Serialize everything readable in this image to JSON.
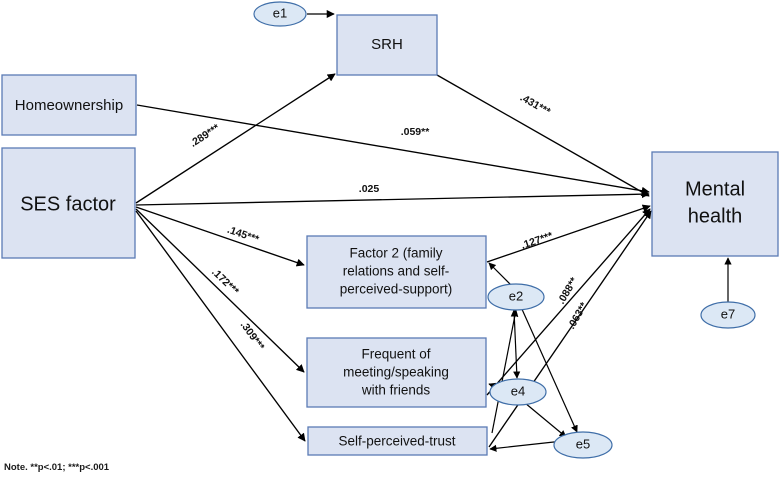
{
  "figure": {
    "type": "path-diagram",
    "note": "Note. **p<.01; ***p<.001"
  },
  "nodes": {
    "boxes": [
      {
        "id": "homeownership",
        "label": "Homeownership"
      },
      {
        "id": "ses_factor",
        "label": "SES factor"
      },
      {
        "id": "srh",
        "label": "SRH"
      },
      {
        "id": "factor2_line1",
        "label": "Factor 2 (family"
      },
      {
        "id": "factor2_line2",
        "label": "relations and self-"
      },
      {
        "id": "factor2_line3",
        "label": "perceived-support)"
      },
      {
        "id": "friends_line1",
        "label": "Frequent of"
      },
      {
        "id": "friends_line2",
        "label": "meeting/speaking"
      },
      {
        "id": "friends_line3",
        "label": "with friends"
      },
      {
        "id": "trust",
        "label": "Self-perceived-trust"
      },
      {
        "id": "mental_line1",
        "label": "Mental"
      },
      {
        "id": "mental_line2",
        "label": "health"
      }
    ],
    "errors": [
      {
        "id": "e1",
        "label": "e1"
      },
      {
        "id": "e2",
        "label": "e2"
      },
      {
        "id": "e4",
        "label": "e4"
      },
      {
        "id": "e5",
        "label": "e5"
      },
      {
        "id": "e7",
        "label": "e7"
      }
    ]
  },
  "chart_data": {
    "type": "diagram",
    "title": "",
    "paths": [
      {
        "from": "SES factor",
        "to": "SRH",
        "coefficient": ".289***"
      },
      {
        "from": "Homeownership",
        "to": "Mental health",
        "coefficient": ".059**"
      },
      {
        "from": "SRH",
        "to": "Mental health",
        "coefficient": ".431***"
      },
      {
        "from": "SES factor",
        "to": "Mental health",
        "coefficient": ".025"
      },
      {
        "from": "SES factor",
        "to": "Factor 2 (family relations and self-perceived-support)",
        "coefficient": ".145***"
      },
      {
        "from": "SES factor",
        "to": "Frequent of meeting/speaking with friends",
        "coefficient": ".172***"
      },
      {
        "from": "SES factor",
        "to": "Self-perceived-trust",
        "coefficient": ".309***"
      },
      {
        "from": "Factor 2 (family relations and self-perceived-support)",
        "to": "Mental health",
        "coefficient": ".127***"
      },
      {
        "from": "Frequent of meeting/speaking with friends",
        "to": "Mental health",
        "coefficient": ".088**"
      },
      {
        "from": "Self-perceived-trust",
        "to": "Mental health",
        "coefficient": ".063**"
      }
    ],
    "error_terms": [
      {
        "error": "e1",
        "on": "SRH"
      },
      {
        "error": "e2",
        "on": "Factor 2 (family relations and self-perceived-support)"
      },
      {
        "error": "e4",
        "on": "Frequent of meeting/speaking with friends"
      },
      {
        "error": "e5",
        "on": "Self-perceived-trust"
      },
      {
        "error": "e7",
        "on": "Mental health"
      }
    ],
    "covariances": [
      {
        "between": "e2",
        "and": "e4"
      },
      {
        "between": "e4",
        "and": "e5"
      }
    ]
  },
  "coefficients": {
    "ses_to_srh": ".289***",
    "home_to_mental": ".059**",
    "srh_to_mental": ".431***",
    "ses_to_mental": ".025",
    "ses_to_factor2": ".145***",
    "ses_to_friends": ".172***",
    "ses_to_trust": ".309***",
    "factor2_to_mental": ".127***",
    "friends_to_mental": ".088**",
    "trust_to_mental": ".063**"
  },
  "colors": {
    "box_fill": "#dce3f2",
    "box_stroke": "#5b7bb5",
    "ellipse_fill": "#dce8f5",
    "ellipse_stroke": "#3f6ea8",
    "edge": "#000000"
  }
}
